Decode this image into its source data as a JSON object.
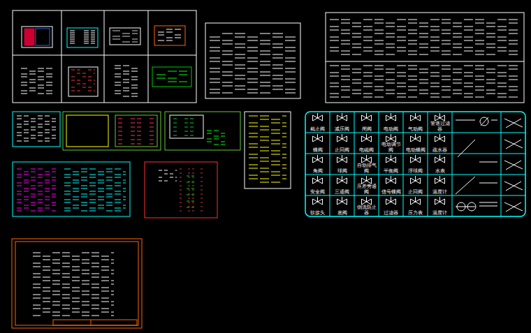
{
  "diagram": {
    "labels": [
      "截止阀",
      "减压阀",
      "闸阀",
      "电动阀",
      "气动阀",
      "管道过滤器",
      "蝶阀",
      "止回阀",
      "电磁阀",
      "电动调节阀",
      "电动蝶阀",
      "疏水器",
      "角阀",
      "球阀",
      "自动排气阀",
      "平衡阀",
      "浮球阀",
      "水表",
      "安全阀",
      "三通阀",
      "压差旁通阀",
      "信号蝶阀",
      "止回阀",
      "温度计",
      "软接头",
      "底阀",
      "倒流防止器",
      "过滤器",
      "压力表",
      "温度计"
    ]
  }
}
